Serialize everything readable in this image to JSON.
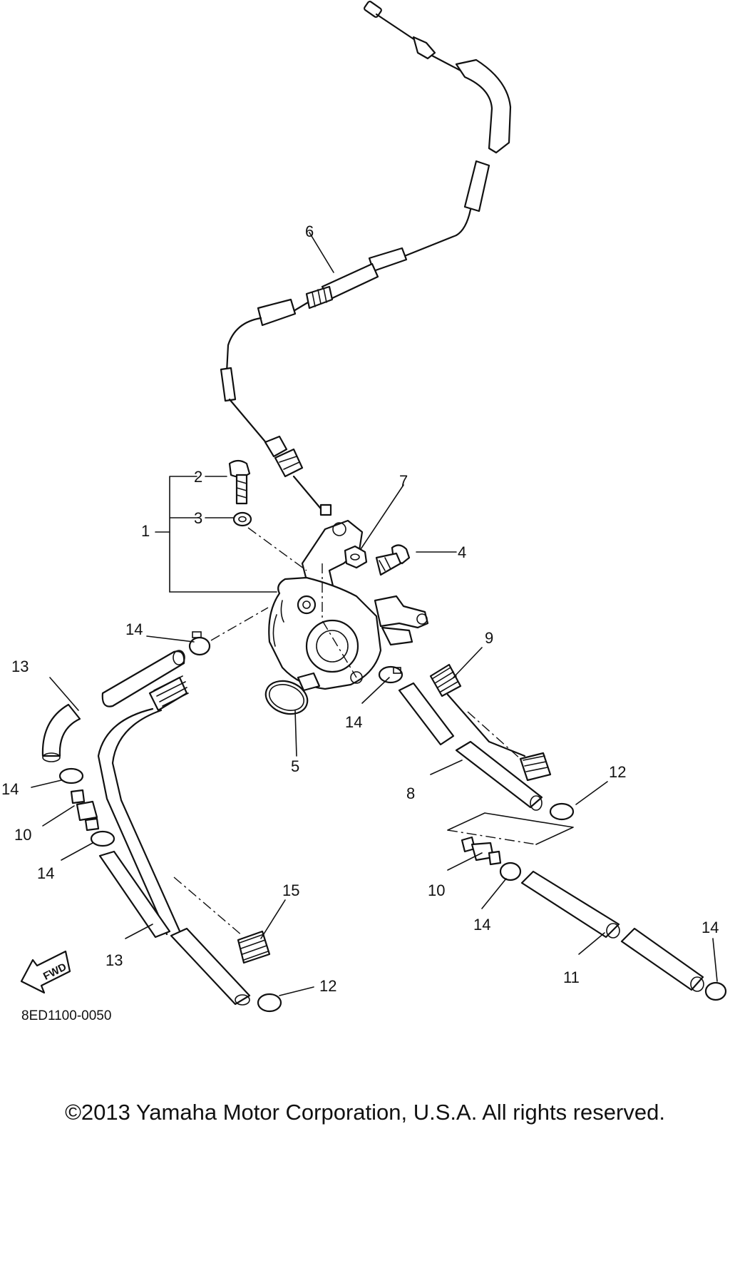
{
  "diagram": {
    "drawing_code": "8ED1100-0050",
    "fwd_label": "FWD",
    "callouts": [
      {
        "id": "c1",
        "label": "1"
      },
      {
        "id": "c2",
        "label": "2"
      },
      {
        "id": "c3",
        "label": "3"
      },
      {
        "id": "c4",
        "label": "4"
      },
      {
        "id": "c5",
        "label": "5"
      },
      {
        "id": "c6",
        "label": "6"
      },
      {
        "id": "c7",
        "label": "7"
      },
      {
        "id": "c8",
        "label": "8"
      },
      {
        "id": "c9",
        "label": "9"
      },
      {
        "id": "c10a",
        "label": "10"
      },
      {
        "id": "c10b",
        "label": "10"
      },
      {
        "id": "c11",
        "label": "11"
      },
      {
        "id": "c12a",
        "label": "12"
      },
      {
        "id": "c12b",
        "label": "12"
      },
      {
        "id": "c13a",
        "label": "13"
      },
      {
        "id": "c13b",
        "label": "13"
      },
      {
        "id": "c14a",
        "label": "14"
      },
      {
        "id": "c14b",
        "label": "14"
      },
      {
        "id": "c14c",
        "label": "14"
      },
      {
        "id": "c14d",
        "label": "14"
      },
      {
        "id": "c14e",
        "label": "14"
      },
      {
        "id": "c14f",
        "label": "14"
      },
      {
        "id": "c15",
        "label": "15"
      }
    ]
  },
  "footer": {
    "copyright": "©2013 Yamaha Motor Corporation, U.S.A. All rights reserved."
  }
}
